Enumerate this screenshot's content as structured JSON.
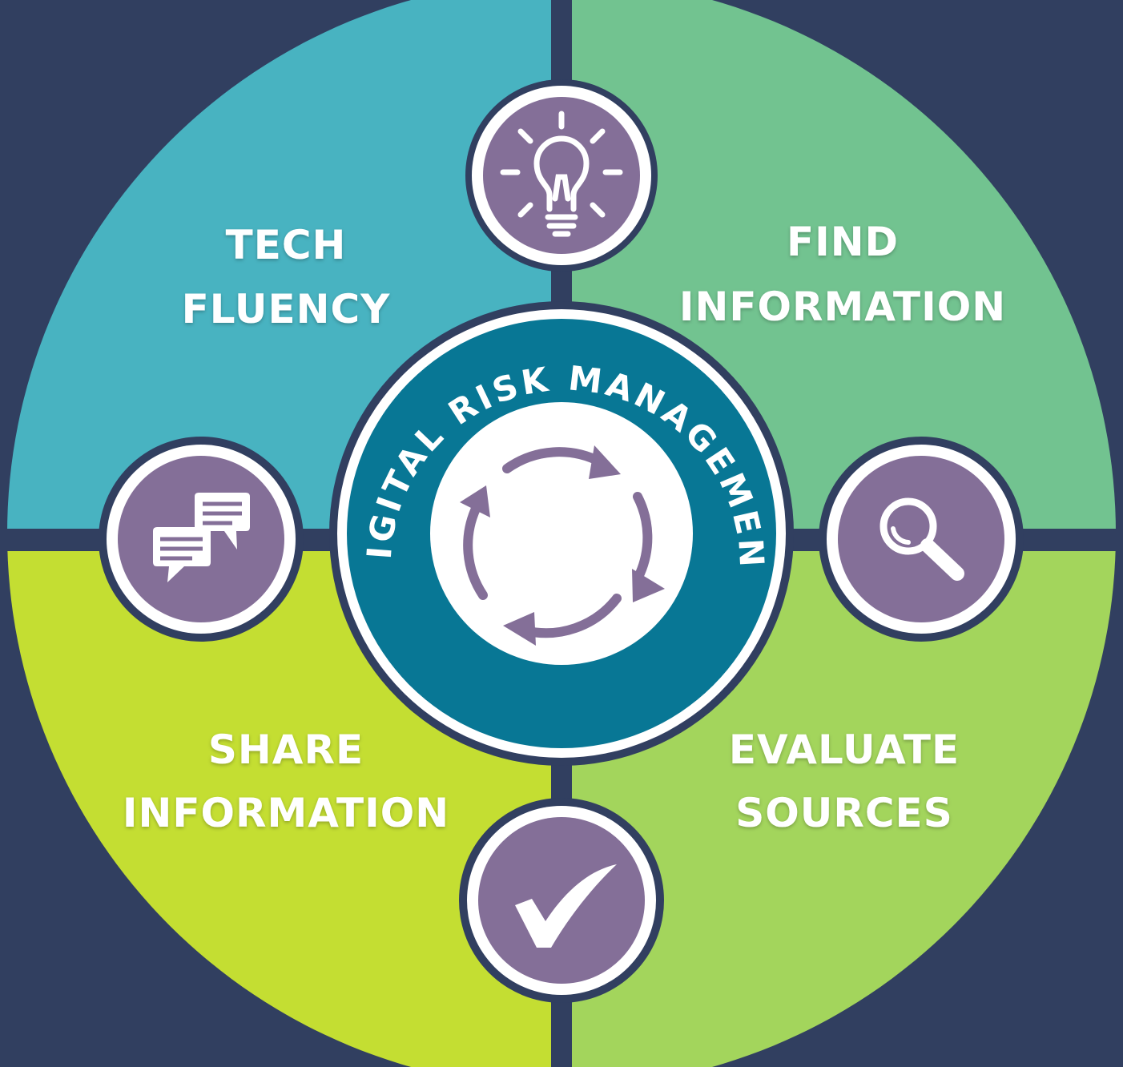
{
  "colors": {
    "background": "#313f60",
    "quadrant_top_left": "#48b3c1",
    "quadrant_top_right": "#72c390",
    "quadrant_bottom_left": "#c4de32",
    "quadrant_bottom_right": "#a3d55c",
    "center_ring": "#087795",
    "icon_circle": "#846f98",
    "icon_border": "#ffffff",
    "text": "#ffffff"
  },
  "quadrants": {
    "top_left": {
      "line1": "TECH",
      "line2": "FLUENCY"
    },
    "top_right": {
      "line1": "FIND",
      "line2": "INFORMATION"
    },
    "bottom_left": {
      "line1": "SHARE",
      "line2": "INFORMATION"
    },
    "bottom_right": {
      "line1": "EVALUATE",
      "line2": "SOURCES"
    }
  },
  "center": {
    "title": "DIGITAL RISK MANAGEMENT"
  },
  "icons": {
    "top": "lightbulb-icon",
    "left": "chat-bubbles-icon",
    "right": "magnifying-glass-icon",
    "bottom": "checkmark-icon",
    "center": "cycle-arrows-icon"
  }
}
